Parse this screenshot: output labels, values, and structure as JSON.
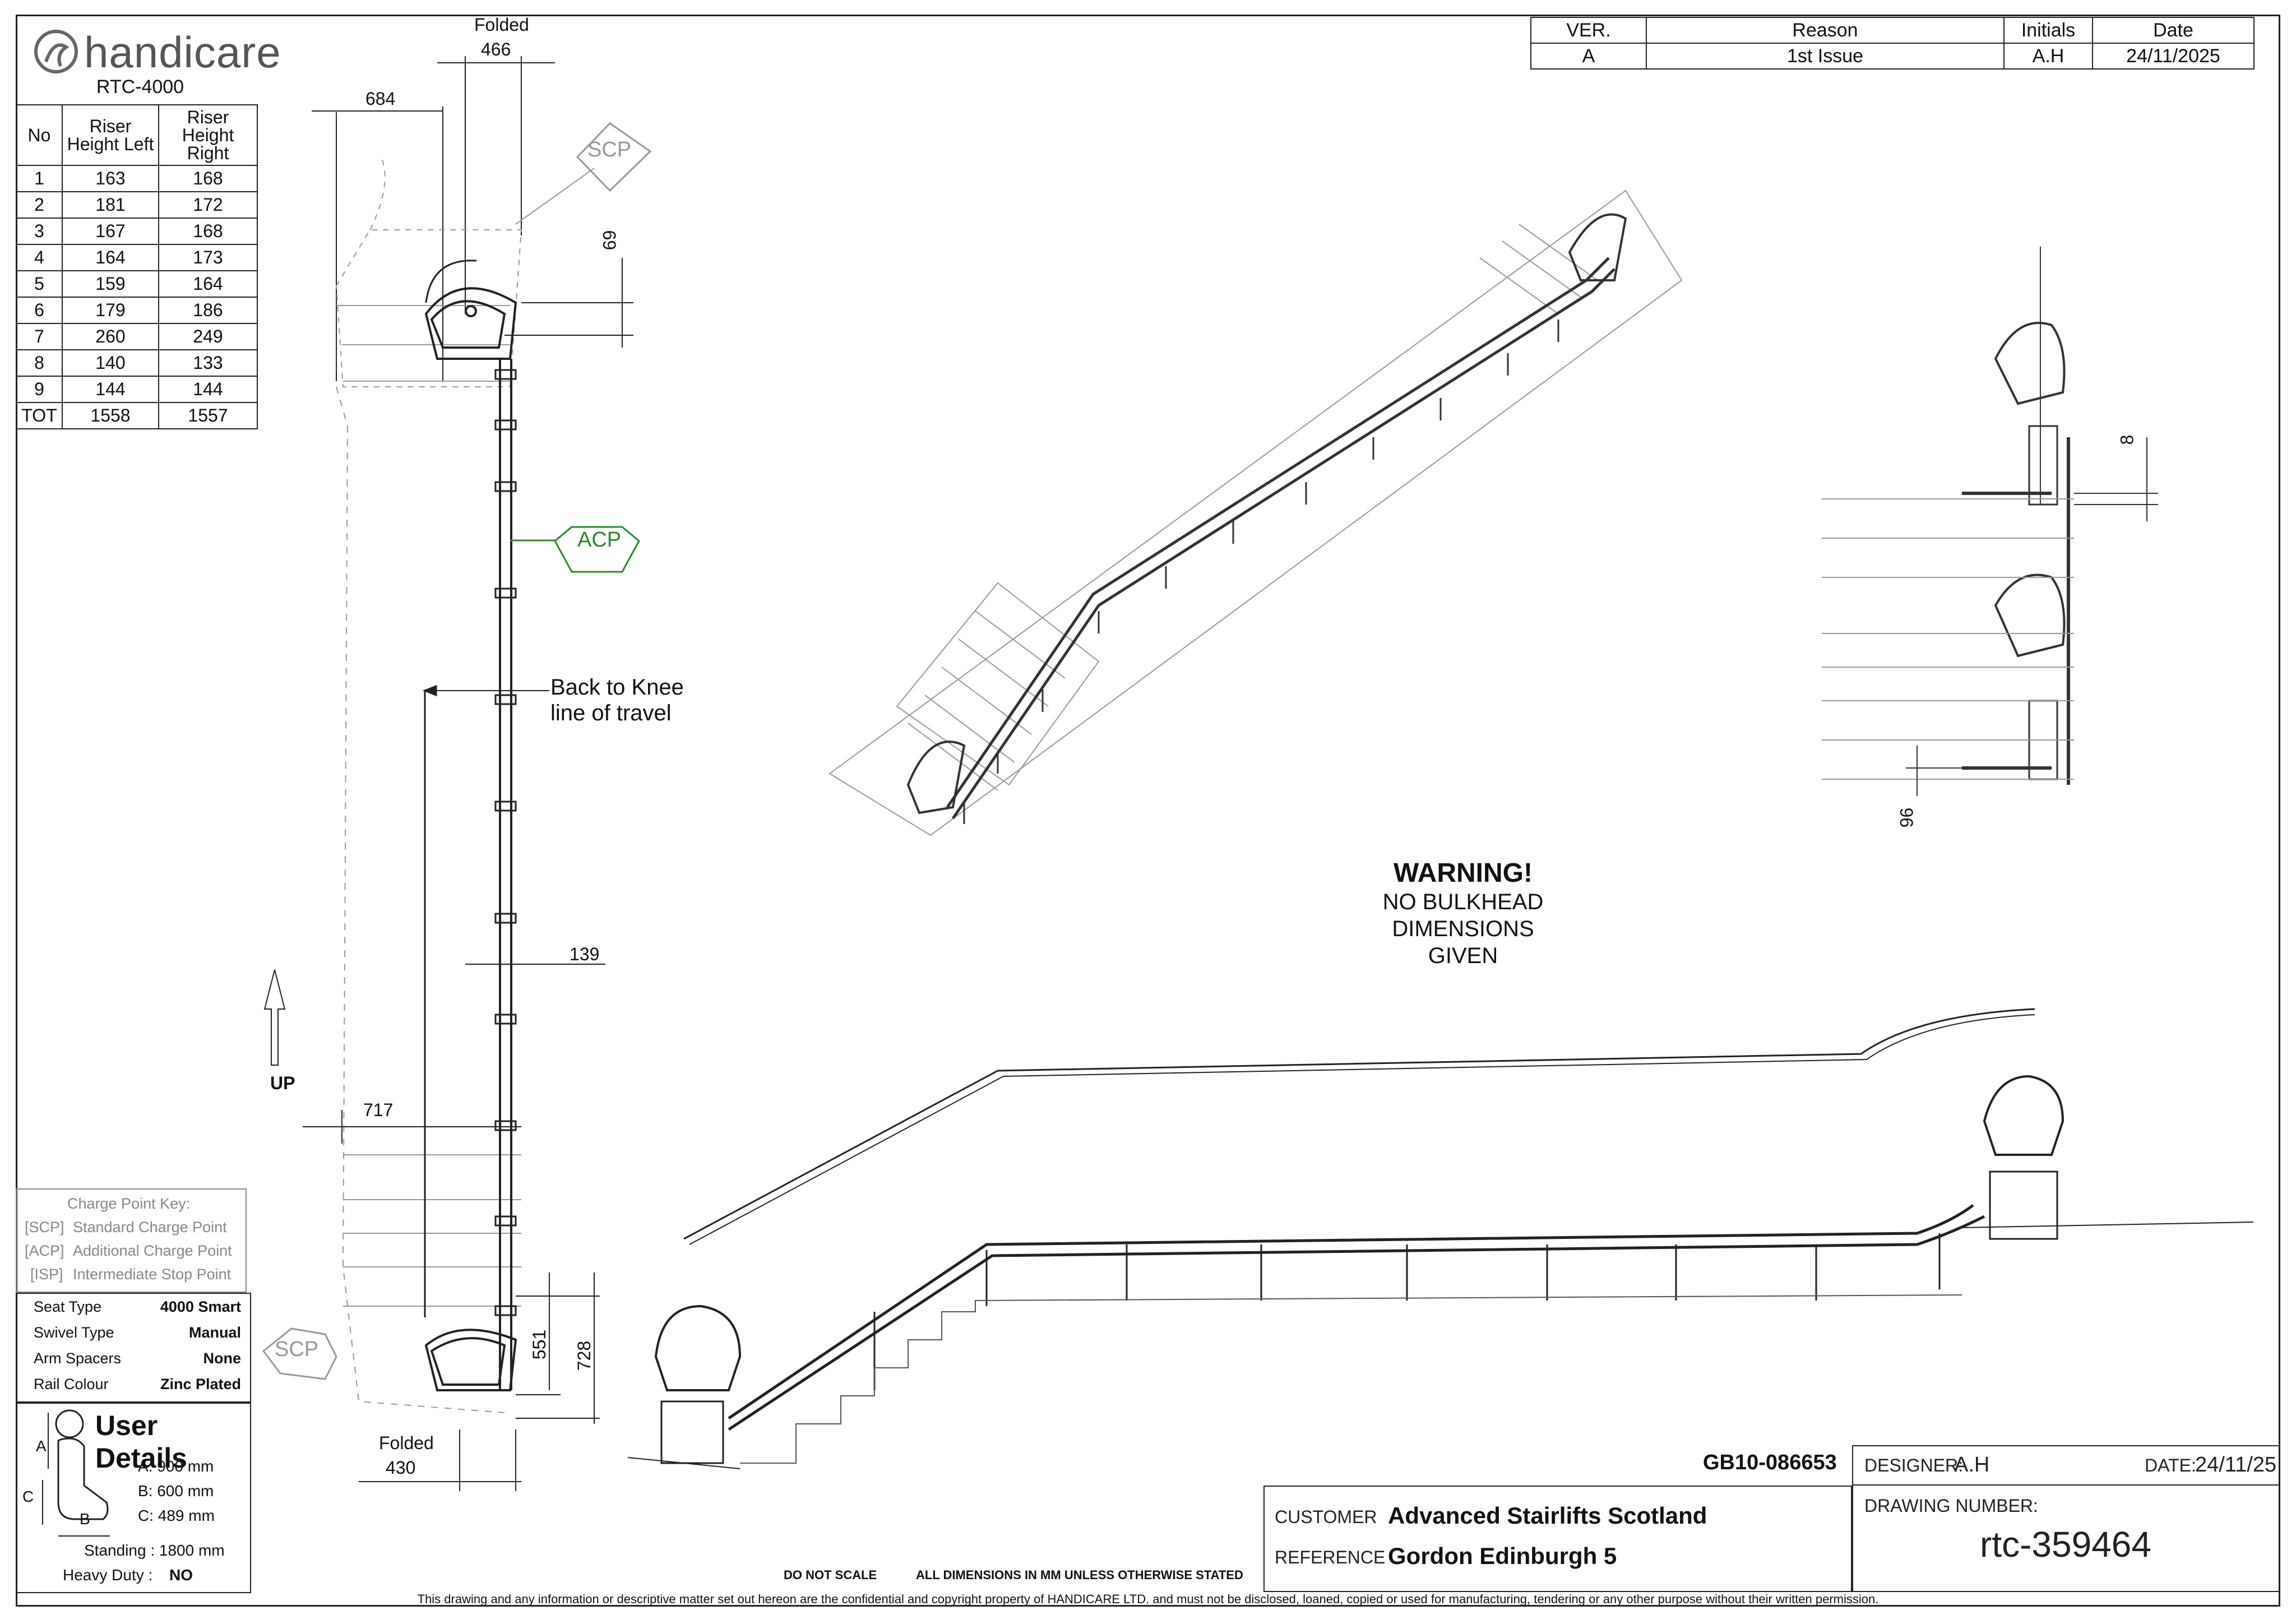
{
  "brand": {
    "name": "handicare",
    "model": "RTC-4000"
  },
  "riser_table": {
    "headers": [
      "No",
      "Riser Height Left",
      "Riser Height Right"
    ],
    "rows": [
      [
        "1",
        "163",
        "168"
      ],
      [
        "2",
        "181",
        "172"
      ],
      [
        "3",
        "167",
        "168"
      ],
      [
        "4",
        "164",
        "173"
      ],
      [
        "5",
        "159",
        "164"
      ],
      [
        "6",
        "179",
        "186"
      ],
      [
        "7",
        "260",
        "249"
      ],
      [
        "8",
        "140",
        "133"
      ],
      [
        "9",
        "144",
        "144"
      ],
      [
        "TOT",
        "1558",
        "1557"
      ]
    ]
  },
  "version_table": {
    "headers": [
      "VER.",
      "Reason",
      "Initials",
      "Date"
    ],
    "rows": [
      [
        "A",
        "1st Issue",
        "A.H",
        "24/11/2025"
      ]
    ]
  },
  "charge_key": {
    "title": "Charge Point Key:",
    "items": [
      {
        "code": "[SCP]",
        "label": "Standard Charge Point"
      },
      {
        "code": "[ACP]",
        "label": "Additional Charge Point"
      },
      {
        "code": "[ISP]",
        "label": "Intermediate Stop Point"
      }
    ]
  },
  "specs": [
    {
      "label": "Seat Type",
      "value": "4000 Smart"
    },
    {
      "label": "Swivel Type",
      "value": "Manual"
    },
    {
      "label": "Arm Spacers",
      "value": "None"
    },
    {
      "label": "Rail Colour",
      "value": "Zinc Plated"
    }
  ],
  "user_details": {
    "title": "User Details",
    "a": "A:  900  mm",
    "b": "B:  600  mm",
    "c": "C:  489  mm",
    "standing": "Standing :  1800 mm",
    "heavy_label": "Heavy Duty :",
    "heavy_value": "NO",
    "diagram_labels": {
      "a": "A",
      "b": "B",
      "c": "C"
    }
  },
  "plan_view": {
    "folded_top_label": "Folded",
    "folded_top_value": "466",
    "dim_684": "684",
    "dim_69": "69",
    "dim_139": "139",
    "dim_717": "717",
    "dim_551": "551",
    "dim_728": "728",
    "folded_bottom_label": "Folded",
    "folded_bottom_value": "430",
    "scp_top": "SCP",
    "scp_bottom": "SCP",
    "acp": "ACP",
    "travel_label_1": "Back to Knee",
    "travel_label_2": "line of travel",
    "up_label": "UP"
  },
  "side_view": {
    "dim_8": "8",
    "dim_96": "96"
  },
  "warning": {
    "title": "WARNING!",
    "lines": [
      "NO BULKHEAD",
      "DIMENSIONS",
      "GIVEN"
    ]
  },
  "title_block": {
    "job_no": "GB10-086653",
    "designer_label": "DESIGNER:",
    "designer": "A.H",
    "date_label": "DATE:",
    "date": "24/11/25",
    "customer_label": "CUSTOMER",
    "customer": "Advanced Stairlifts Scotland",
    "reference_label": "REFERENCE",
    "reference": "Gordon Edinburgh 5",
    "drawing_number_label": "DRAWING NUMBER:",
    "drawing_number": "rtc-359464"
  },
  "notes": {
    "do_not_scale": "DO NOT SCALE",
    "dims": "ALL DIMENSIONS IN MM UNLESS OTHERWISE STATED",
    "legal": "This drawing and any information or descriptive matter set out hereon are the confidential and copyright property of HANDICARE LTD. and must not be disclosed, loaned, copied or used for manufacturing, tendering or any other purpose without their written permission."
  }
}
